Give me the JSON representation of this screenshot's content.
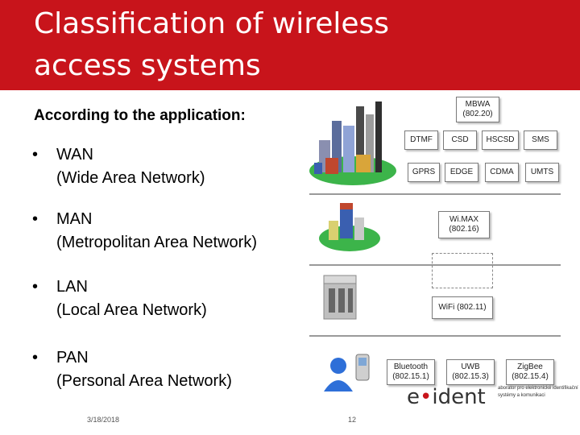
{
  "header": {
    "title_line1": "Classification of wireless",
    "title_line2": "access systems"
  },
  "subtitle": "According to the application:",
  "bullets": [
    {
      "name": "WAN",
      "desc": "(Wide Area Network)"
    },
    {
      "name": "MAN",
      "desc": "(Metropolitan Area Network)"
    },
    {
      "name": "LAN",
      "desc": "(Local Area Network)"
    },
    {
      "name": "PAN",
      "desc": "(Personal Area Network)"
    }
  ],
  "diagram": {
    "mbwa": [
      "MBWA",
      "(802.20)"
    ],
    "wan_row1": [
      "DTMF",
      "CSD",
      "HSCSD",
      "SMS"
    ],
    "wan_row2": [
      "GPRS",
      "EDGE",
      "CDMA",
      "UMTS"
    ],
    "wimax": [
      "Wi.MAX",
      "(802.16)"
    ],
    "wifi": "WiFi (802.11)",
    "bluetooth": [
      "Bluetooth",
      "(802.15.1)"
    ],
    "uwb": [
      "UWB",
      "(802.15.3)"
    ],
    "zigbee": [
      "ZigBee",
      "(802.15.4)"
    ]
  },
  "footer": {
    "date": "3/18/2018",
    "page": "12",
    "logo_prefix": "e",
    "logo_dot": "•",
    "logo_main": "ident",
    "logo_caption": "aborator pro elektronické identifikační systémy a komunikaci"
  },
  "colors": {
    "header": "#c8141b",
    "accent": "#c8141b"
  }
}
